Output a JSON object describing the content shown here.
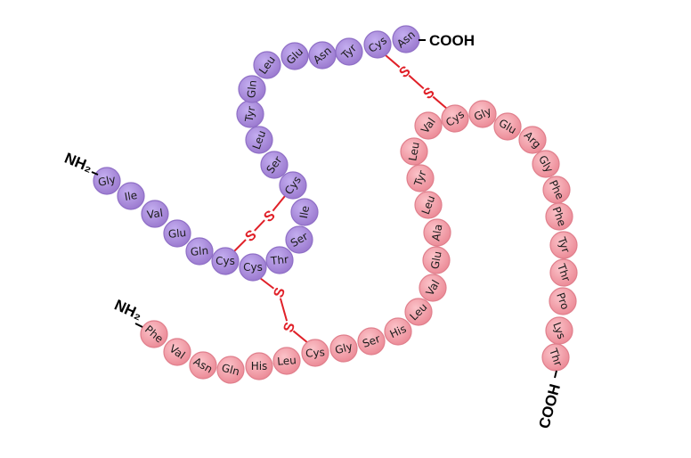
{
  "colors": {
    "chain_a": "#a98ad8",
    "chain_a_stroke": "#8f6fc6",
    "chain_b": "#f3a1aa",
    "chain_b_stroke": "#e07f8c",
    "disulfide": "#e02028",
    "terminal": "#000000"
  },
  "chain_a": {
    "n_terminus": "NH₂",
    "c_terminus": "COOH",
    "residues": [
      "Gly",
      "Ile",
      "Val",
      "Glu",
      "Gln",
      "Cys",
      "Cys",
      "Thr",
      "Ser",
      "Ile",
      "Cys",
      "Ser",
      "Leu",
      "Tyr",
      "Gln",
      "Leu",
      "Glu",
      "Asn",
      "Tyr",
      "Cys",
      "Asn"
    ]
  },
  "chain_b": {
    "n_terminus": "NH₂",
    "c_terminus": "COOH",
    "residues": [
      "Phe",
      "Val",
      "Asn",
      "Gln",
      "His",
      "Leu",
      "Cys",
      "Gly",
      "Ser",
      "His",
      "Leu",
      "Val",
      "Glu",
      "Ala",
      "Leu",
      "Tyr",
      "Leu",
      "Val",
      "Cys",
      "Gly",
      "Glu",
      "Arg",
      "Gly",
      "Phe",
      "Phe",
      "Tyr",
      "Thr",
      "Pro",
      "Lys",
      "Thr"
    ]
  },
  "disulfide_bonds": [
    {
      "name": "intra-chain-a-cys6-cys11",
      "labels": [
        "S",
        "S"
      ]
    },
    {
      "name": "inter-a7-b7",
      "labels": [
        "S",
        "S"
      ]
    },
    {
      "name": "inter-a20-b19",
      "labels": [
        "S",
        "S"
      ]
    }
  ]
}
